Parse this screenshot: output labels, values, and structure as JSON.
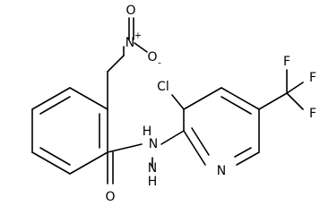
{
  "structure": {
    "atoms": {
      "nitro_o_top": "O",
      "nitro_plus": "+",
      "nitro_n": "N",
      "nitro_o_right": "O",
      "nitro_minus": "-",
      "chlorine": "Cl",
      "fluorine_top": "F",
      "fluorine_right_upper": "F",
      "fluorine_right_lower": "F",
      "pyridine_n": "N",
      "hydrazide_nh_upper": "H",
      "hydrazide_n_upper": "N",
      "hydrazide_n_lower": "N",
      "hydrazide_nh_lower": "H",
      "carbonyl_o": "O"
    }
  }
}
